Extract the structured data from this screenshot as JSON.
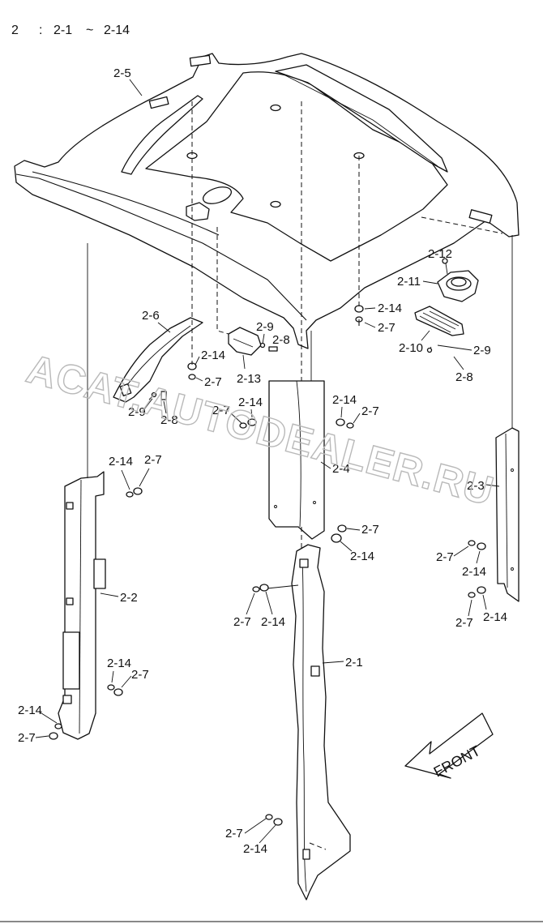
{
  "header": {
    "group": "2",
    "colon": ":",
    "from": "2-1",
    "tilde": "~",
    "to": "2-14"
  },
  "watermark": {
    "line1": "ACAT.AUTODEALER.RU"
  },
  "front_label": "FRONT",
  "callouts": {
    "c2_5": "2-5",
    "c2_12": "2-12",
    "c2_11": "2-11",
    "c2_14_a": "2-14",
    "c2_7_a": "2-7",
    "c2_10": "2-10",
    "c2_9_a": "2-9",
    "c2_8_a": "2-8",
    "c2_6": "2-6",
    "c2_9_b": "2-9",
    "c2_8_b": "2-8",
    "c2_14_b": "2-14",
    "c2_7_b": "2-7",
    "c2_13": "2-13",
    "c2_9_c": "2-9",
    "c2_8_c": "2-8",
    "c2_7_c": "2-7",
    "c2_14_c": "2-14",
    "c2_14_d": "2-14",
    "c2_7_d": "2-7",
    "c2_4": "2-4",
    "c2_3": "2-3",
    "c2_14_e": "2-14",
    "c2_7_e": "2-7",
    "c2_7_f": "2-7",
    "c2_14_f": "2-14",
    "c2_7_g": "2-7",
    "c2_14_g": "2-14",
    "c2_7_h": "2-7",
    "c2_14_h": "2-14",
    "c2_2": "2-2",
    "c2_7_i": "2-7",
    "c2_14_i": "2-14",
    "c2_1": "2-1",
    "c2_14_j": "2-14",
    "c2_7_j": "2-7",
    "c2_14_k": "2-14",
    "c2_7_k": "2-7",
    "c2_7_l": "2-7",
    "c2_14_l": "2-14"
  }
}
